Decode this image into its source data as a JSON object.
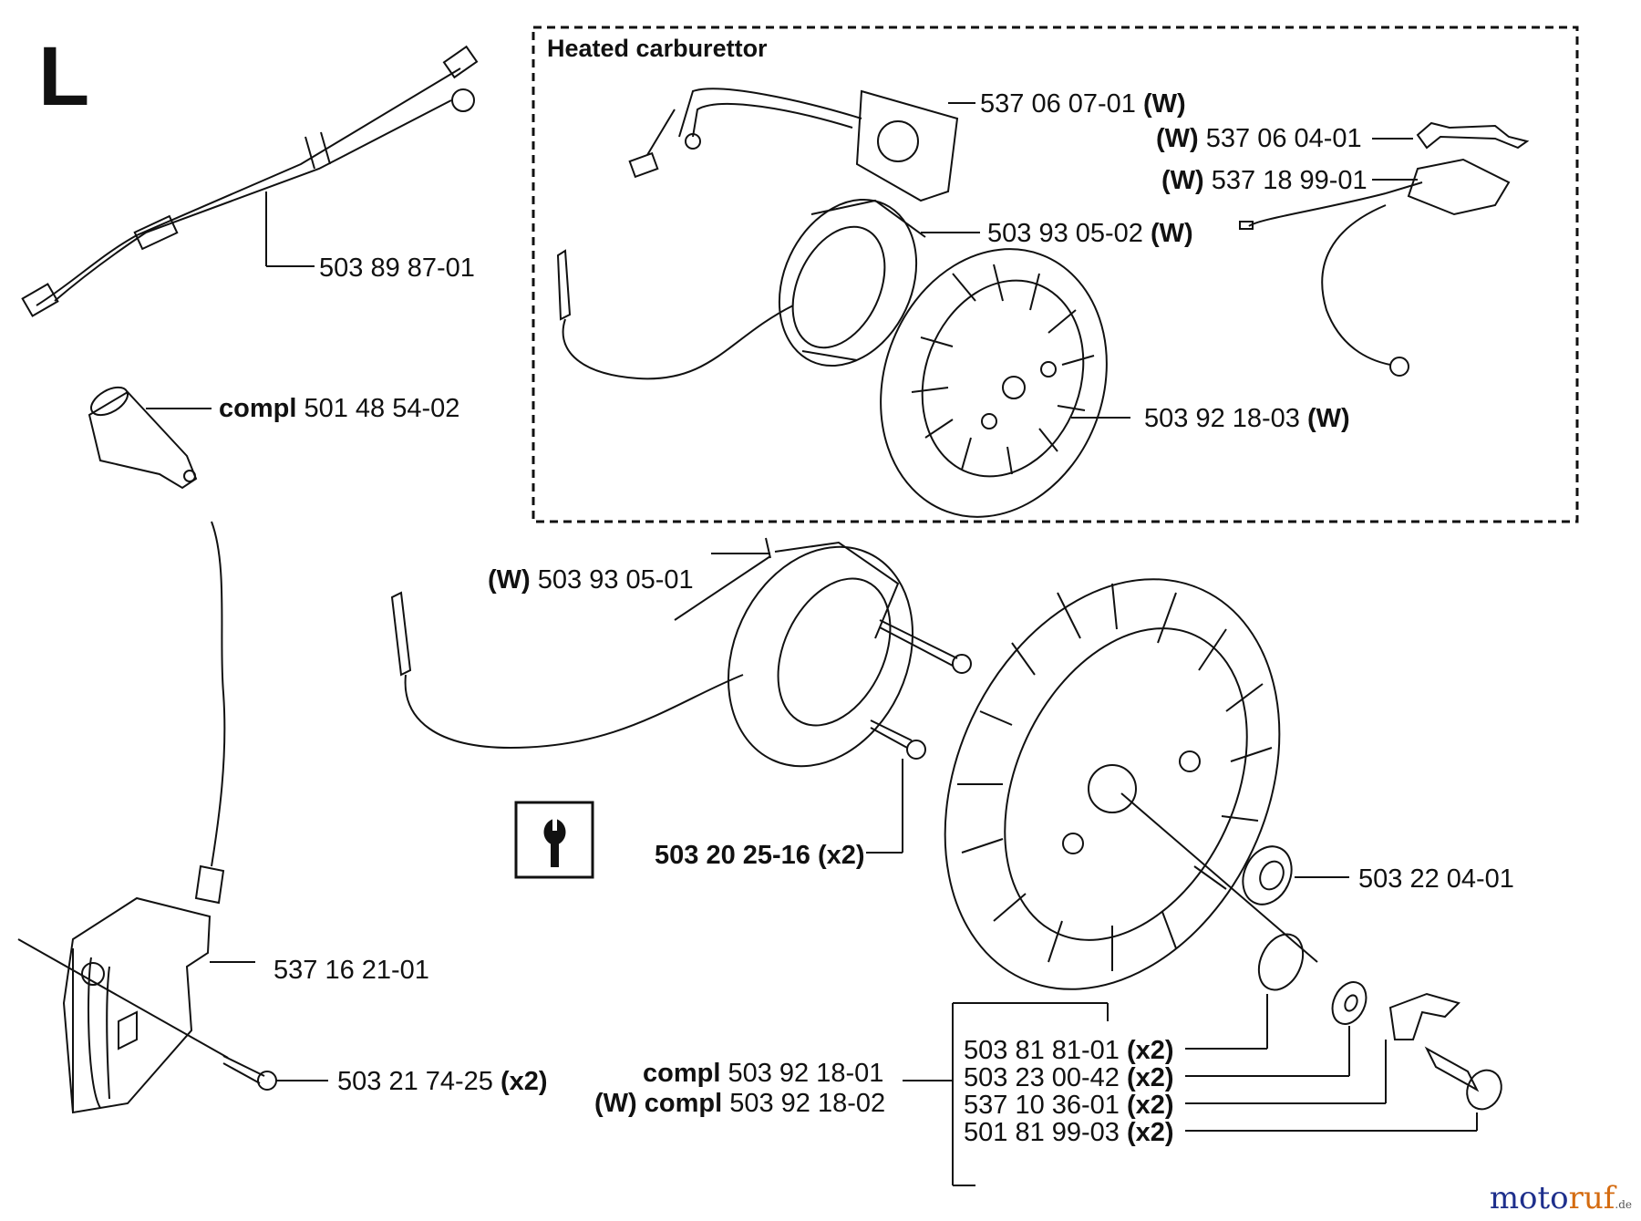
{
  "section_letter": "L",
  "inset": {
    "title": "Heated carburettor"
  },
  "parts": [
    {
      "id": "p1",
      "prefix": "",
      "number": "503 89 87-01",
      "suffix": ""
    },
    {
      "id": "p2",
      "prefix": "compl",
      "number": "501 48 54-02",
      "suffix": ""
    },
    {
      "id": "p3",
      "prefix": "",
      "number": "537 06 07-01",
      "suffix": "(W)"
    },
    {
      "id": "p4",
      "prefix": "(W)",
      "number": "537 06 04-01",
      "suffix": ""
    },
    {
      "id": "p5",
      "prefix": "(W)",
      "number": "537 18 99-01",
      "suffix": ""
    },
    {
      "id": "p6",
      "prefix": "",
      "number": "503 93 05-02",
      "suffix": "(W)"
    },
    {
      "id": "p7",
      "prefix": "",
      "number": "503 92 18-03",
      "suffix": "(W)"
    },
    {
      "id": "p8",
      "prefix": "(W)",
      "number": "503 93 05-01",
      "suffix": ""
    },
    {
      "id": "p9",
      "prefix": "",
      "number": "503 20 25-16 (x2)",
      "suffix": ""
    },
    {
      "id": "p10",
      "prefix": "",
      "number": "503 22 04-01",
      "suffix": ""
    },
    {
      "id": "p11",
      "prefix": "",
      "number": "537 16 21-01",
      "suffix": ""
    },
    {
      "id": "p12",
      "prefix": "",
      "number": "503 21 74-25",
      "suffix": "(x2)"
    },
    {
      "id": "p13",
      "prefix": "compl",
      "number": "503 92 18-01",
      "suffix": ""
    },
    {
      "id": "p14",
      "prefix": "(W) compl",
      "number": "503 92 18-02",
      "suffix": ""
    },
    {
      "id": "p15",
      "prefix": "",
      "number": "503 81 81-01",
      "suffix": "(x2)"
    },
    {
      "id": "p16",
      "prefix": "",
      "number": "503 23 00-42",
      "suffix": "(x2)"
    },
    {
      "id": "p17",
      "prefix": "",
      "number": "537 10 36-01",
      "suffix": "(x2)"
    },
    {
      "id": "p18",
      "prefix": "",
      "number": "501 81 99-03",
      "suffix": "(x2)"
    }
  ],
  "watermark": {
    "part1": "moto",
    "part2": "ruf",
    "part3": ".de"
  },
  "icons": [
    "wrench-info-icon"
  ]
}
